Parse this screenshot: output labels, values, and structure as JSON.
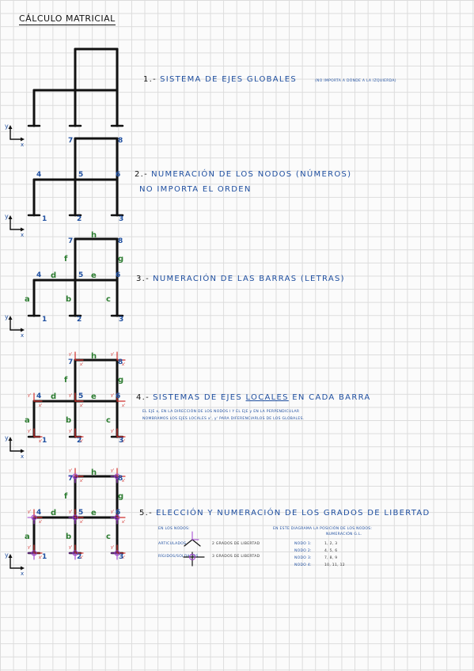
{
  "title": "CÁLCULO MATRICIAL",
  "steps": [
    {
      "num": "1.-",
      "text": "SISTEMA DE EJES GLOBALES",
      "note": "(NO IMPORTA A DÓNDE A LA IZQUIERDA)"
    },
    {
      "num": "2.-",
      "text": "NUMERACIÓN DE LOS NODOS (NÚMEROS)",
      "line2": "NO IMPORTA EL ORDEN"
    },
    {
      "num": "3.-",
      "text": "NUMERACIÓN DE LAS BARRAS (LETRAS)"
    },
    {
      "num": "4.-",
      "text_a": "SISTEMAS DE EJES",
      "text_u": "LOCALES",
      "text_b": "EN CADA BARRA",
      "note1": "EL EJE x, EN LA DIRECCIÓN DE LOS NODOS I Y EL EJE y EN LA PERPENDICULAR",
      "note2": "NOMBRAMOS LOS EJES LOCALES x', y' PARA DIFERENCIARLOS DE LOS GLOBALES."
    },
    {
      "num": "5.-",
      "text": "ELECCIÓN Y NUMERACIÓN DE LOS GRADOS DE LIBERTAD",
      "col1_head": "EN LOS NODOS:",
      "row_articulados": "ARTICULADOS",
      "row_articulados_val": "2 GRADOS DE LIBERTAD",
      "row_rigidos": "RÍGIDOS/SOLDADOS",
      "row_rigidos_val": "3 GRADOS DE LIBERTAD",
      "col2_head": "EN ESTE DIAGRAMA LA POSICIÓN DE LOS NODOS:",
      "col2_sub": "NUMERACIÓN G.L.",
      "dof": [
        {
          "node": "NODO 1:",
          "vals": "1, 2, 3"
        },
        {
          "node": "NODO 2:",
          "vals": "4, 5, 6"
        },
        {
          "node": "NODO 3:",
          "vals": "7, 8, 9"
        },
        {
          "node": "NODO 4:",
          "vals": "10, 11, 12"
        }
      ]
    }
  ],
  "axes": {
    "y": "y",
    "x": "x"
  },
  "nodes": [
    "1",
    "2",
    "3",
    "4",
    "5",
    "6",
    "7",
    "8"
  ],
  "bars": [
    "a",
    "b",
    "c",
    "d",
    "e",
    "f",
    "g",
    "h"
  ],
  "local": {
    "x": "x'",
    "y": "y'"
  },
  "colors": {
    "ink": "#111111",
    "blue": "#1f4fa0",
    "green": "#2e7d32",
    "red": "#d0312d",
    "purple": "#a03fd0",
    "teal": "#1a9ad6"
  }
}
